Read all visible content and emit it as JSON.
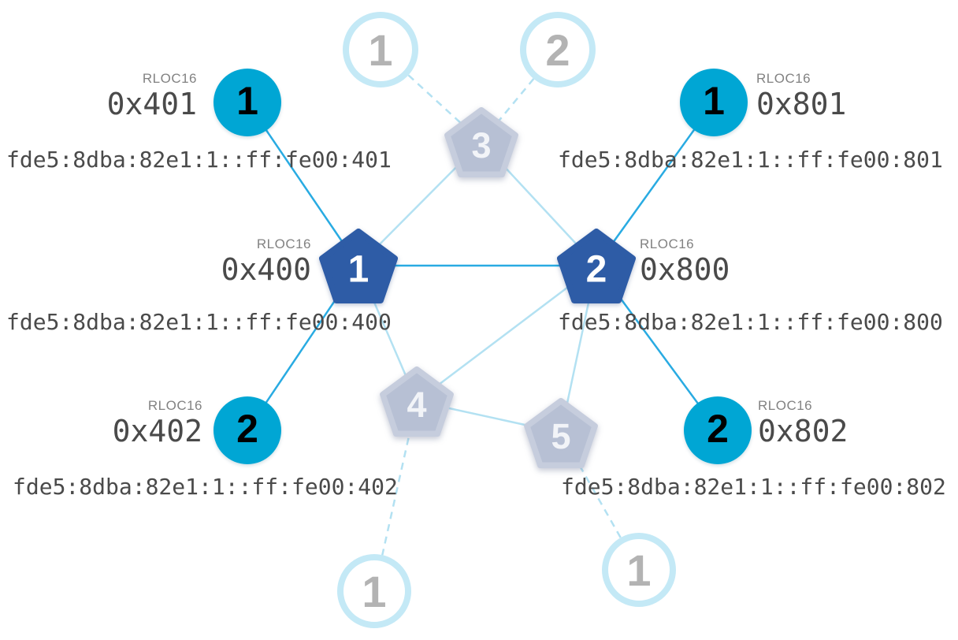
{
  "nodes": {
    "router_1": {
      "id": "1",
      "rloc16_label": "RLOC16",
      "rloc16": "0x400",
      "ipv6": "fde5:8dba:82e1:1::ff:fe00:400"
    },
    "router_2": {
      "id": "2",
      "rloc16_label": "RLOC16",
      "rloc16": "0x800",
      "ipv6": "fde5:8dba:82e1:1::ff:fe00:800"
    },
    "router_3": {
      "id": "3"
    },
    "router_4": {
      "id": "4"
    },
    "router_5": {
      "id": "5"
    },
    "child_401": {
      "id": "1",
      "rloc16_label": "RLOC16",
      "rloc16": "0x401",
      "ipv6": "fde5:8dba:82e1:1::ff:fe00:401"
    },
    "child_402": {
      "id": "2",
      "rloc16_label": "RLOC16",
      "rloc16": "0x402",
      "ipv6": "fde5:8dba:82e1:1::ff:fe00:402"
    },
    "child_801": {
      "id": "1",
      "rloc16_label": "RLOC16",
      "rloc16": "0x801",
      "ipv6": "fde5:8dba:82e1:1::ff:fe00:801"
    },
    "child_802": {
      "id": "2",
      "rloc16_label": "RLOC16",
      "rloc16": "0x802",
      "ipv6": "fde5:8dba:82e1:1::ff:fe00:802"
    },
    "faded_child_top_1": {
      "id": "1"
    },
    "faded_child_top_2": {
      "id": "2"
    },
    "faded_child_bottom_left": {
      "id": "1"
    },
    "faded_child_bottom_right": {
      "id": "1"
    }
  },
  "colors": {
    "active_child_fill": "#00a6d4",
    "active_router_fill": "#2e5ca6",
    "inactive_node_fill": "#b7c0d4",
    "faded_ring": "#c4e9f6",
    "link_strong": "#29abe2",
    "link_weak": "#b3e1f2",
    "label_muted": "#828282",
    "label_dark": "#4a4a4a"
  }
}
